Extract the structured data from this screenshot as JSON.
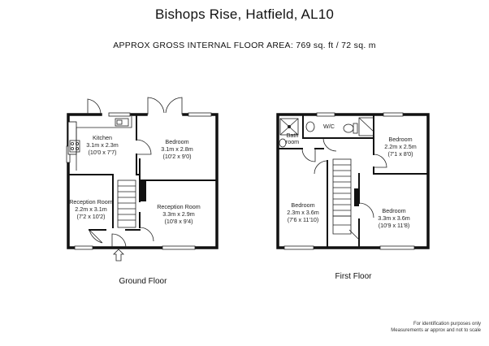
{
  "title": "Bishops Rise, Hatfield, AL10",
  "subtitle": "APPROX GROSS INTERNAL FLOOR AREA:  769 sq. ft / 72 sq. m",
  "ground_floor": {
    "label": "Ground Floor",
    "kitchen": {
      "name": "Kitchen",
      "metric": "3.1m x 2.3m",
      "imperial": "(10'0 x 7'7)"
    },
    "bedroom": {
      "name": "Bedroom",
      "metric": "3.1m x 2.8m",
      "imperial": "(10'2 x 9'0)"
    },
    "reception_left": {
      "name": "Reception Room",
      "metric": "2.2m x 3.1m",
      "imperial": "(7'2 x 10'2)"
    },
    "reception_right": {
      "name": "Reception Room",
      "metric": "3.3m x 2.9m",
      "imperial": "(10'8 x 9'4)"
    }
  },
  "first_floor": {
    "label": "First Floor",
    "bathroom": {
      "line1": "Bath",
      "line2": "room"
    },
    "wc": "W/C",
    "bedroom_top_right": {
      "name": "Bedroom",
      "metric": "2.2m x 2.5m",
      "imperial": "(7'1 x 8'0)"
    },
    "bedroom_left": {
      "name": "Bedroom",
      "metric": "2.3m x 3.6m",
      "imperial": "(7'6 x 11'10)"
    },
    "bedroom_right": {
      "name": "Bedroom",
      "metric": "3.3m x 3.6m",
      "imperial": "(10'9 x 11'8)"
    }
  },
  "disclaimer": {
    "line1": "For identification purposes only",
    "line2": "Measurements ar approx and not to scale"
  }
}
